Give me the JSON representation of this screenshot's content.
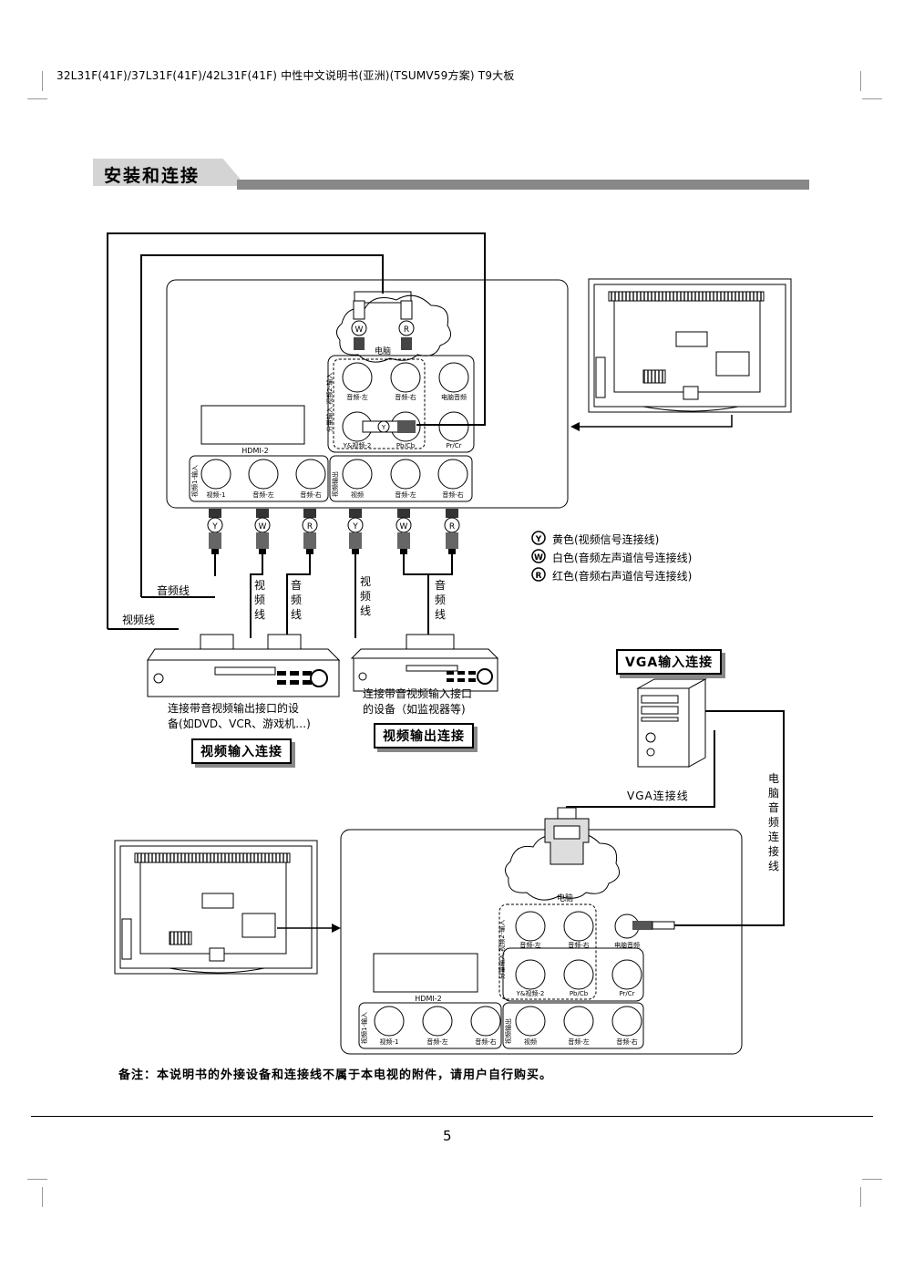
{
  "header": "32L31F(41F)/37L31F(41F)/42L31F(41F) 中性中文说明书(亚洲)(TSUMV59方案) T9大板",
  "section_title": "安装和连接",
  "top_panel": {
    "pc_label": "电脑",
    "hdmi_label": "HDMI-2",
    "component_group": "分量输入 视频2-输入",
    "av_in_group": "视频1-输入",
    "av_out_group": "视频输出",
    "ports_row1": [
      "音频-左",
      "音频-右",
      "电脑音频"
    ],
    "ports_row2": [
      "Y&视频-2",
      "Pb/Cb",
      "Pr/Cr"
    ],
    "ports_row3_left": [
      "视频-1",
      "音频-左",
      "音频-右"
    ],
    "ports_row3_right": [
      "视频",
      "音频-左",
      "音频-右"
    ],
    "plug_letters": [
      "Y",
      "W",
      "R",
      "Y",
      "W",
      "R"
    ]
  },
  "cables": {
    "audio_line": "音频线",
    "video_line": "视频线",
    "video_line_vertical": "视频线",
    "audio_line_vertical": "音频线"
  },
  "legend": [
    {
      "letter": "Y",
      "text": "黄色(视频信号连接线)"
    },
    {
      "letter": "W",
      "text": "白色(音频左声道信号连接线)"
    },
    {
      "letter": "R",
      "text": "红色(音频右声道信号连接线)"
    }
  ],
  "devices": {
    "input_device_desc_1": "连接带音视频输出接口的设",
    "input_device_desc_2": "备(如DVD、VCR、游戏机…)",
    "input_label": "视频输入连接",
    "output_device_desc_1": "连接带音视频输入接口",
    "output_device_desc_2": "的设备（如监视器等)",
    "output_label": "视频输出连接"
  },
  "vga": {
    "title": "VGA输入连接",
    "cable": "VGA连接线",
    "pc_audio_cable": "电脑音频连接线",
    "pc_label": "电脑",
    "hdmi_label": "HDMI-2",
    "component_group": "分量输入 视频2-输入",
    "av_in_group": "视频1-输入",
    "av_out_group": "视频输出",
    "ports_row1": [
      "音频-左",
      "音频-右",
      "电脑音频"
    ],
    "ports_row2": [
      "Y&视频-2",
      "Pb/Cb",
      "Pr/Cr"
    ],
    "ports_row3_left": [
      "视频-1",
      "音频-左",
      "音频-右"
    ],
    "ports_row3_right": [
      "视频",
      "音频-左",
      "音频-右"
    ]
  },
  "note": "备注：本说明书的外接设备和连接线不属于本电视的附件，请用户自行购买。",
  "page_number": "5"
}
